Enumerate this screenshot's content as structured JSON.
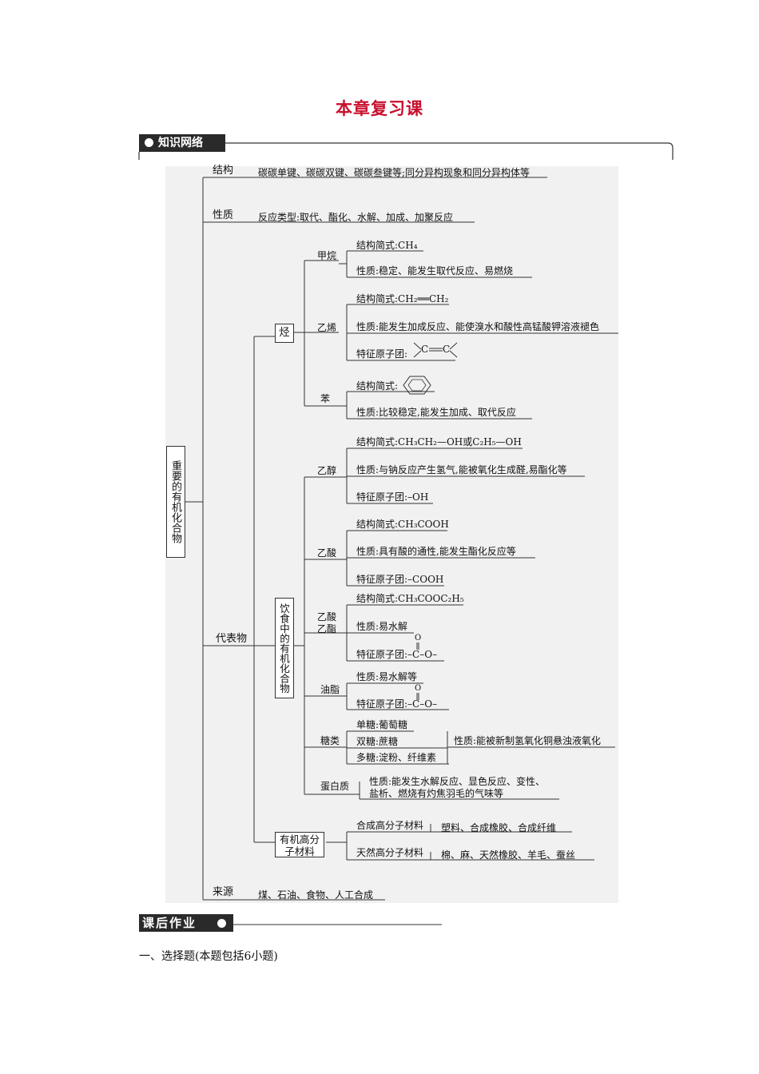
{
  "title": "本章复习课",
  "knowledge_badge": "知识网络",
  "homework_badge": "课后作业",
  "section_heading": "一、选择题(本题包括6小题)",
  "root": "重要的有机化合物",
  "structure": {
    "label": "结构",
    "text": "碳碳单键、碳碳双键、碳碳叁键等;同分异构现象和同分异构体等"
  },
  "property": {
    "label": "性质",
    "text": "反应类型:取代、酯化、水解、加成、加聚反应"
  },
  "representative": "代表物",
  "hydrocarbon": {
    "label": "烃",
    "methane": {
      "name": "甲烷",
      "formula": "结构简式:CH₄",
      "prop": "性质:稳定、能发生取代反应、易燃烧"
    },
    "ethylene": {
      "name": "乙烯",
      "formula": "结构简式:CH₂══CH₂",
      "prop": "性质:能发生加成反应、能使溴水和酸性高锰酸钾溶液褪色",
      "group_prefix": "特征原子团:"
    },
    "benzene": {
      "name": "苯",
      "formula_prefix": "结构简式:",
      "prop": "性质:比较稳定,能发生加成、取代反应"
    }
  },
  "food": {
    "label": "饮食中的有机化合物",
    "ethanol": {
      "name": "乙醇",
      "formula": "结构简式:CH₃CH₂—OH或C₂H₅—OH",
      "prop": "性质:与钠反应产生氢气,能被氧化生成醛,易酯化等",
      "group": "特征原子团:–OH"
    },
    "acetic_acid": {
      "name": "乙酸",
      "formula": "结构简式:CH₃COOH",
      "prop": "性质:具有酸的通性,能发生酯化反应等",
      "group": "特征原子团:–COOH"
    },
    "ethyl_acetate": {
      "name1": "乙酸",
      "name2": "乙酯",
      "formula": "结构简式:CH₃COOC₂H₅",
      "prop": "性质:易水解",
      "group": "特征原子团:–C–O–",
      "o_mark": "O"
    },
    "fat": {
      "name": "油脂",
      "prop": "性质:易水解等",
      "group": "特征原子团:–C–O–",
      "o_mark": "O"
    },
    "sugar": {
      "name": "糖类",
      "mono": "单糖:葡萄糖",
      "di": "双糖:蔗糖",
      "poly": "多糖:淀粉、纤维素",
      "prop": "性质:能被新制氢氧化铜悬浊液氧化"
    },
    "protein": {
      "name": "蛋白质",
      "line1": "性质:能发生水解反应、显色反应、变性、",
      "line2": "盐析、燃烧有灼焦羽毛的气味等"
    }
  },
  "polymer": {
    "label1": "有机高分",
    "label2": "子材料",
    "synthetic": {
      "name": "合成高分子材料",
      "items": "塑料、合成橡胶、合成纤维"
    },
    "natural": {
      "name": "天然高分子材料",
      "items": "棉、麻、天然橡胶、羊毛、蚕丝"
    }
  },
  "source": {
    "label": "来源",
    "text": "煤、石油、食物、人工合成"
  }
}
